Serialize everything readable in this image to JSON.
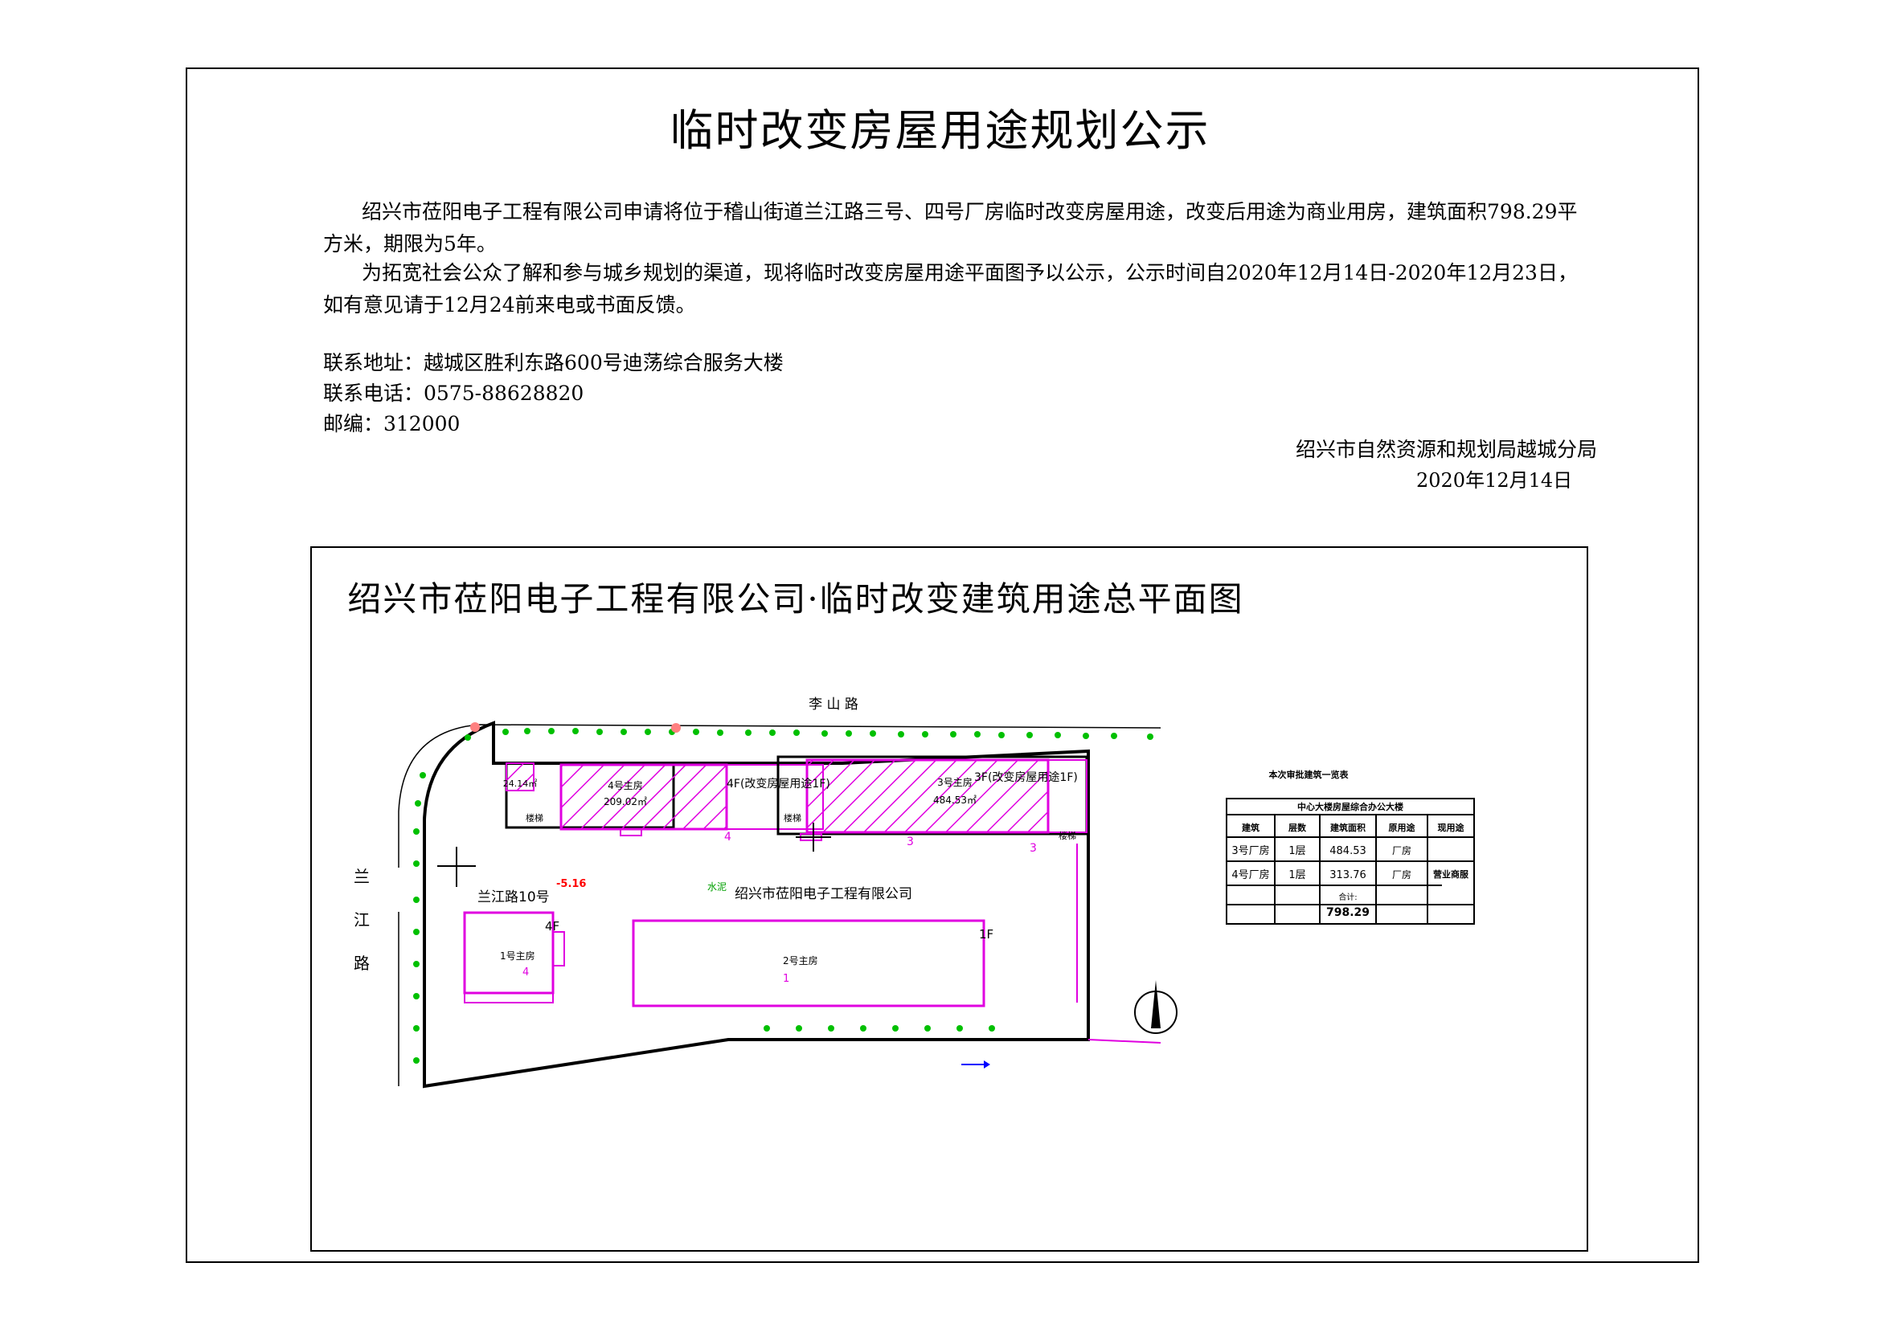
{
  "notice": {
    "title": "临时改变房屋用途规划公示",
    "paragraph1": "绍兴市莅阳电子工程有限公司申请将位于稽山街道兰江路三号、四号厂房临时改变房屋用途，改变后用途为商业用房，建筑面积798.29平方米，期限为5年。",
    "paragraph2": "为拓宽社会公众了解和参与城乡规划的渠道，现将临时改变房屋用途平面图予以公示，公示时间自2020年12月14日-2020年12月23日，如有意见请于12月24前来电或书面反馈。",
    "contact_address": "联系地址：越城区胜利东路600号迪荡综合服务大楼",
    "contact_phone": "联系电话：0575-88628820",
    "postcode": "邮编：312000",
    "issuer": "绍兴市自然资源和规划局越城分局",
    "date": "2020年12月14日"
  },
  "plan": {
    "title": "绍兴市莅阳电子工程有限公司·临时改变建筑用途总平面图",
    "road_north": "李 山 路",
    "road_west": [
      "兰",
      "江",
      "路"
    ],
    "address_label": "兰江路10号",
    "elevation": "-5.16",
    "company_label": "绍兴市莅阳电子工程有限公司",
    "water_label": "水泥",
    "bldg4_floors": "4F(改变房屋用途1F)",
    "bldg4_name": "4号主房",
    "bldg4_area": "209.02㎡",
    "bldg3_floors": "3F(改变房屋用途1F)",
    "bldg3_name": "3号主房",
    "bldg3_area": "484.53㎡",
    "small_area": "24.14㎡",
    "stair": "楼梯",
    "bldg1_name": "1号主房",
    "bldg1_floors": "4F",
    "bldg2_name": "2号主房",
    "bldg2_floors": "1F",
    "tag_4": "4",
    "tag_3": "3",
    "tag_1": "1"
  },
  "table": {
    "caption": "本次审批建筑一览表",
    "heading": "中心大楼房屋综合办公大楼",
    "columns": [
      "建筑",
      "层数",
      "建筑面积",
      "原用途",
      "现用途"
    ],
    "rows": [
      {
        "building": "3号厂房",
        "floors": "1层",
        "area": "484.53",
        "orig": "厂房"
      },
      {
        "building": "4号厂房",
        "floors": "1层",
        "area": "313.76",
        "orig": "厂房"
      }
    ],
    "new_use": "营业商服",
    "total_label": "合计:",
    "total_value": "798.29"
  },
  "colors": {
    "magenta": "#e000e0",
    "green": "#00c000",
    "black": "#000000"
  }
}
